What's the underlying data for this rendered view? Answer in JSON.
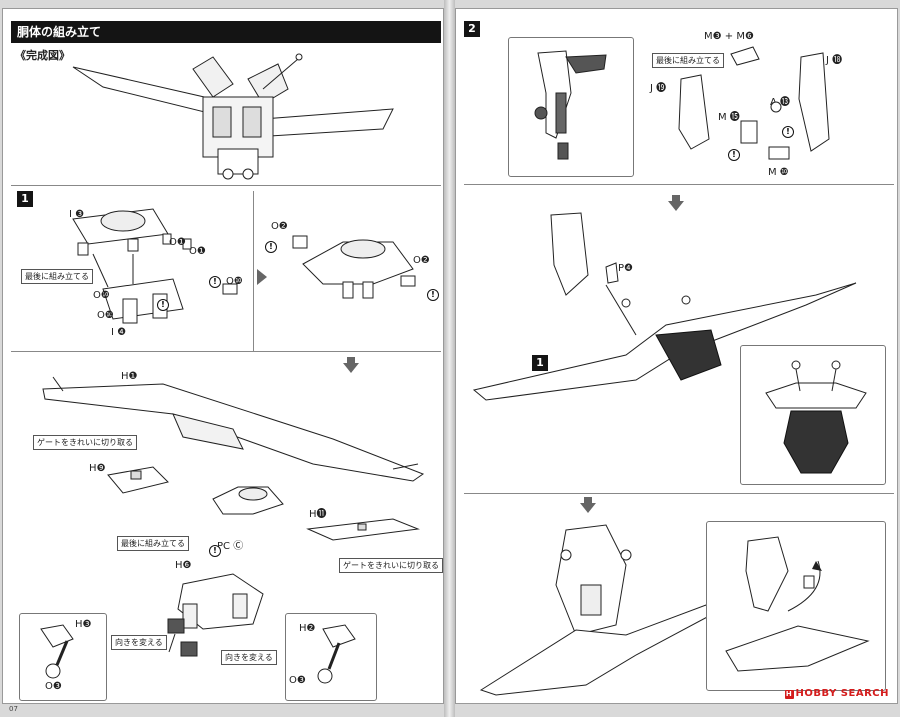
{
  "left_page": {
    "section_title": "胴体の組み立て",
    "completed_label": "《完成図》",
    "step1_number": "1",
    "labels": {
      "i3": "I ❸",
      "o1a": "O❶",
      "o1b": "O❶",
      "o10a": "O❿",
      "o10b": "O❿",
      "o10c": "O❿",
      "i4": "I ❹",
      "o2a": "O❷",
      "o2b": "O❷",
      "h1": "H❶",
      "h9": "H❾",
      "h11": "H⓫",
      "pcc": "PC Ⓒ",
      "h6": "H❻",
      "h3": "H❸",
      "h2": "H❷",
      "o3a": "O❸",
      "o3b": "O❸"
    },
    "notes": {
      "last_assemble_1": "最後に組み立てる",
      "gate_clean_1": "ゲートをきれいに切り取る",
      "gate_clean_2": "ゲートをきれいに切り取る",
      "last_assemble_2": "最後に組み立てる",
      "change_direction_1": "向きを変える",
      "change_direction_2": "向きを変える"
    },
    "page_number": "07"
  },
  "right_page": {
    "step2_number": "2",
    "step1_ref": "1",
    "labels": {
      "m3m6": "M❸ + M❻",
      "j18a": "J ⓲",
      "j19": "J ⓳",
      "m15": "M ⓯",
      "a13": "A ⓭",
      "m10": "M ❿",
      "p4": "P❹"
    },
    "notes": {
      "last_assemble": "最後に組み立てる"
    },
    "watermark": "HOBBY SEARCH"
  }
}
